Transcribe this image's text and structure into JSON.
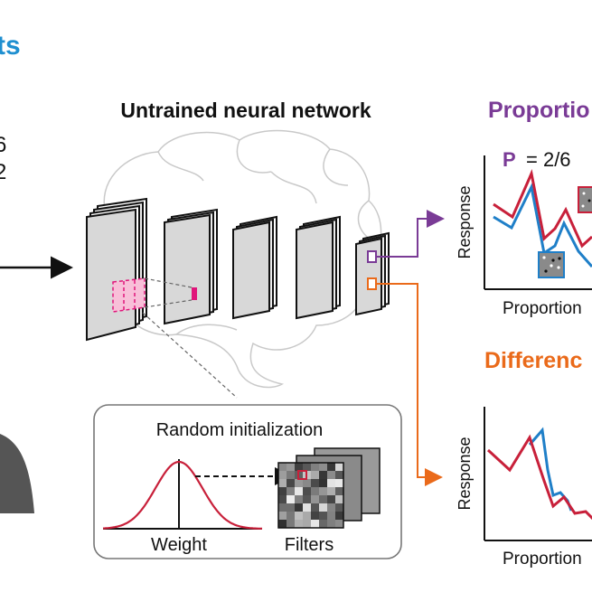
{
  "header": {
    "partial_title": "ts"
  },
  "left_text": {
    "line1": "6",
    "line2": "2"
  },
  "network": {
    "title": "Untrained neural network"
  },
  "random_init": {
    "title": "Random initialization",
    "weight_label": "Weight",
    "filters_label": "Filters"
  },
  "panel_top": {
    "title": "Proportio",
    "p_label": "P",
    "p_value": "= 2/6",
    "ylabel": "Response",
    "xlabel": "Proportion"
  },
  "panel_bottom": {
    "title": "Differenc",
    "ylabel": "Response",
    "xlabel": "Proportion"
  },
  "colors": {
    "blue_title": "#1f8fd0",
    "purple": "#7a3b96",
    "orange": "#ea6a1a",
    "red_line": "#c8203a",
    "blue_line": "#1f7fc8",
    "magenta": "#e0157a"
  }
}
